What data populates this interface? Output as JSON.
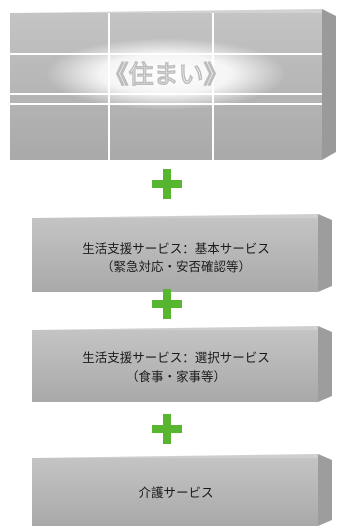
{
  "housing": {
    "label": "《住まい》"
  },
  "plus_symbol": "+",
  "blocks": [
    {
      "line1": "生活支援サービス：基本サービス",
      "line2": "（緊急対応・安否確認等）"
    },
    {
      "line1": "生活支援サービス：選択サービス",
      "line2": "（食事・家事等）"
    },
    {
      "line1": "介護サービス",
      "line2": ""
    }
  ],
  "colors": {
    "block_front": "#b8b8b8",
    "block_top": "#cfcfcf",
    "block_side": "#9d9d9d",
    "plus": "#58b52f",
    "housing_grid": "#ffffff",
    "housing_glow": "#ffffff"
  }
}
